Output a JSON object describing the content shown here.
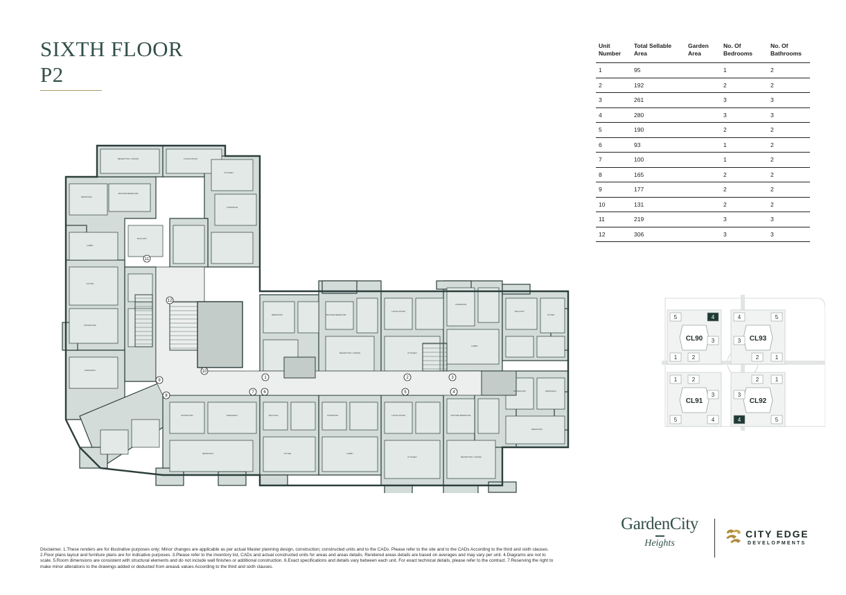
{
  "title": {
    "line1": "SIXTH FLOOR",
    "line2": "P2"
  },
  "table": {
    "headers": [
      "Unit Number",
      "Total Sellable Area",
      "Garden Area",
      "No. Of Bedrooms",
      "No. Of Bathrooms"
    ],
    "rows": [
      [
        "1",
        "95",
        "",
        "1",
        "2"
      ],
      [
        "2",
        "192",
        "",
        "2",
        "2"
      ],
      [
        "3",
        "261",
        "",
        "3",
        "3"
      ],
      [
        "4",
        "280",
        "",
        "3",
        "3"
      ],
      [
        "5",
        "190",
        "",
        "2",
        "2"
      ],
      [
        "6",
        "93",
        "",
        "1",
        "2"
      ],
      [
        "7",
        "100",
        "",
        "1",
        "2"
      ],
      [
        "8",
        "165",
        "",
        "2",
        "2"
      ],
      [
        "9",
        "177",
        "",
        "2",
        "2"
      ],
      [
        "10",
        "131",
        "",
        "2",
        "2"
      ],
      [
        "11",
        "219",
        "",
        "3",
        "3"
      ],
      [
        "12",
        "306",
        "",
        "3",
        "3"
      ]
    ]
  },
  "plan": {
    "unit_markers": [
      "1",
      "2",
      "3",
      "4",
      "5",
      "6",
      "7",
      "8",
      "9",
      "10",
      "11",
      "12"
    ],
    "room_labels": [
      "BEDROOM",
      "MASTER BEDROOM",
      "RECEPTION / DINING",
      "LIVING ROOM",
      "KITCHEN",
      "CORRIDOR",
      "LOBBY",
      "BALCONY",
      "FOYER",
      "BATHROOM",
      "DRESSING"
    ]
  },
  "keymap": {
    "buildings": [
      {
        "label": "CL90",
        "numbers": [
          "5",
          "4",
          "3",
          "1",
          "2"
        ],
        "highlight": "4"
      },
      {
        "label": "CL93",
        "numbers": [
          "4",
          "5",
          "3",
          "2",
          "1"
        ],
        "highlight": ""
      },
      {
        "label": "CL91",
        "numbers": [
          "1",
          "2",
          "3",
          "5",
          "4"
        ],
        "highlight": ""
      },
      {
        "label": "CL92",
        "numbers": [
          "2",
          "1",
          "3",
          "4",
          "5"
        ],
        "highlight": "4"
      }
    ]
  },
  "disclaimer": "Disclaimer. 1.These renders are for illustrative purposes only; Minor changes are applicable as per actual Master planning design, construction; constructed units and to the CADs. Please refer to the site and to the CADs According to the third and sixth clauses. 2.Floor plans layout and furniture plans are for indicative purposes. 3.Please refer to the inventory list, CADs and actual constructed units for areas and areas details. Rendered areas details are based on averages and may vary per unit. 4.Diagrams are not to scale. 5.Room dimensions are consistent with structural elements and do not include wall finishes or additional construction. 6.Exact specifications and details vary between each unit. For exact technical details, please refer to the contract. 7.Reserving the right to make minor alterations to the drawings added or deducted from areas& values According to the third and sixth clauses.",
  "brand": {
    "gardencity": "GardenCity",
    "heights": "Heights",
    "cityedge": "CITY EDGE",
    "developments": "DEVELOPMENTS"
  },
  "colors": {
    "title": "#33504a",
    "accent_rule": "#a89a6a",
    "unit_fill": "#d3dcd9",
    "room_fill": "#e3e9e7",
    "core_fill": "#c4ccca",
    "wall": "#2c3e3b",
    "highlight": "#1f3a35"
  }
}
